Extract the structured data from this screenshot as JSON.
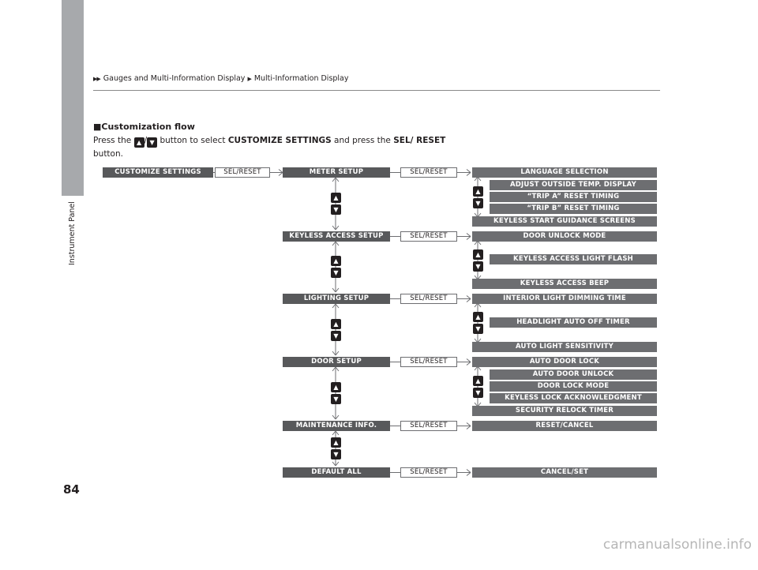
{
  "header": {
    "breadcrumb": [
      "Gauges and Multi-Information Display",
      "Multi-Information Display"
    ]
  },
  "sidebar": {
    "chapter_label": "Instrument Panel"
  },
  "page_number": "84",
  "section": {
    "heading": "Customization flow",
    "intro_before_icons": "Press the",
    "intro_after_icons": "button to select",
    "intro_bold_1": "CUSTOMIZE SETTINGS",
    "intro_mid": "and press the",
    "intro_bold_2": "SEL/ RESET",
    "intro_end": "button."
  },
  "flow": {
    "start": "CUSTOMIZE SETTINGS",
    "sel_label": "SEL/RESET",
    "menus": [
      {
        "label": "METER SETUP",
        "items": [
          "LANGUAGE SELECTION",
          "ADJUST OUTSIDE TEMP. DISPLAY",
          "“TRIP A” RESET TIMING",
          "“TRIP B” RESET TIMING",
          "KEYLESS START GUIDANCE SCREENS"
        ]
      },
      {
        "label": "KEYLESS ACCESS SETUP",
        "items": [
          "DOOR UNLOCK MODE",
          "KEYLESS ACCESS LIGHT FLASH",
          "KEYLESS ACCESS BEEP"
        ]
      },
      {
        "label": "LIGHTING SETUP",
        "items": [
          "INTERIOR LIGHT DIMMING TIME",
          "HEADLIGHT AUTO OFF TIMER",
          "AUTO LIGHT SENSITIVITY"
        ]
      },
      {
        "label": "DOOR SETUP",
        "items": [
          "AUTO DOOR LOCK",
          "AUTO DOOR UNLOCK",
          "DOOR LOCK MODE",
          "KEYLESS LOCK ACKNOWLEDGMENT",
          "SECURITY RELOCK TIMER"
        ]
      },
      {
        "label": "MAINTENANCE INFO.",
        "items": [
          "RESET/CANCEL"
        ]
      },
      {
        "label": "DEFAULT ALL",
        "items": [
          "CANCEL/SET"
        ]
      }
    ]
  },
  "footer": {
    "watermark": "carmanualsonline.info"
  }
}
